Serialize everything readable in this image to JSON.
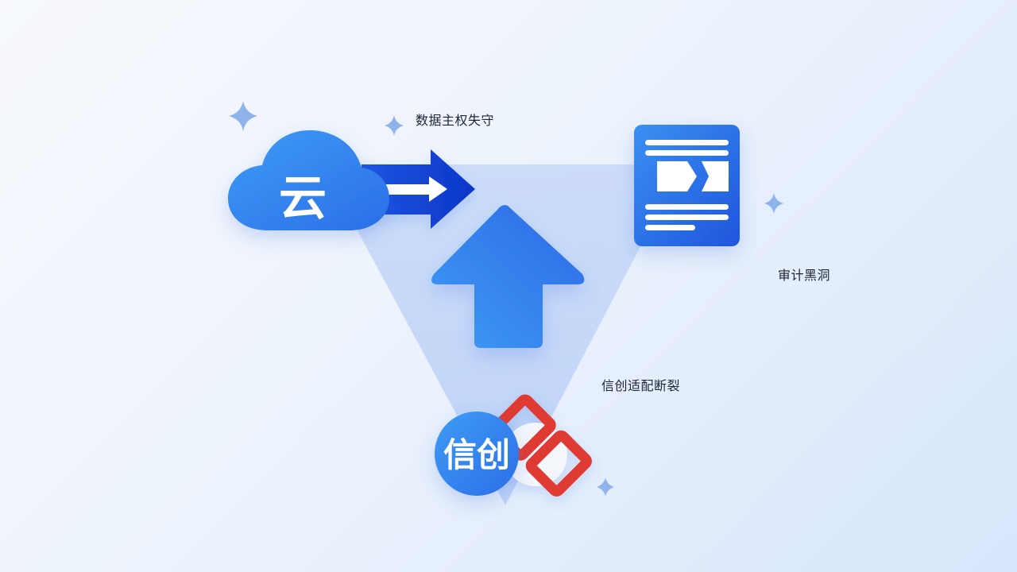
{
  "labels": {
    "sovereignty": "数据主权失守",
    "audit": "审计黑洞",
    "xinchuang_break": "信创适配断裂"
  },
  "icons": {
    "cloud": {
      "text": "云",
      "name": "cloud-icon"
    },
    "xinchuang": {
      "text": "信创",
      "name": "xinchuang-badge"
    },
    "broken_chain": {
      "name": "broken-chain-icon"
    },
    "audit_document": {
      "name": "audit-document-icon"
    },
    "up_arrow": {
      "name": "up-arrow-icon"
    },
    "right_arrow": {
      "name": "double-right-arrow-icon"
    },
    "sparkles": {
      "name": "sparkle-icon"
    }
  },
  "colors": {
    "primary_blue": "#2f7cf0",
    "deep_blue": "#0f3fd6",
    "triangle_fill": "#c4d7f7",
    "broken_red": "#e03a32",
    "sparkle": "#8fb4ec"
  }
}
